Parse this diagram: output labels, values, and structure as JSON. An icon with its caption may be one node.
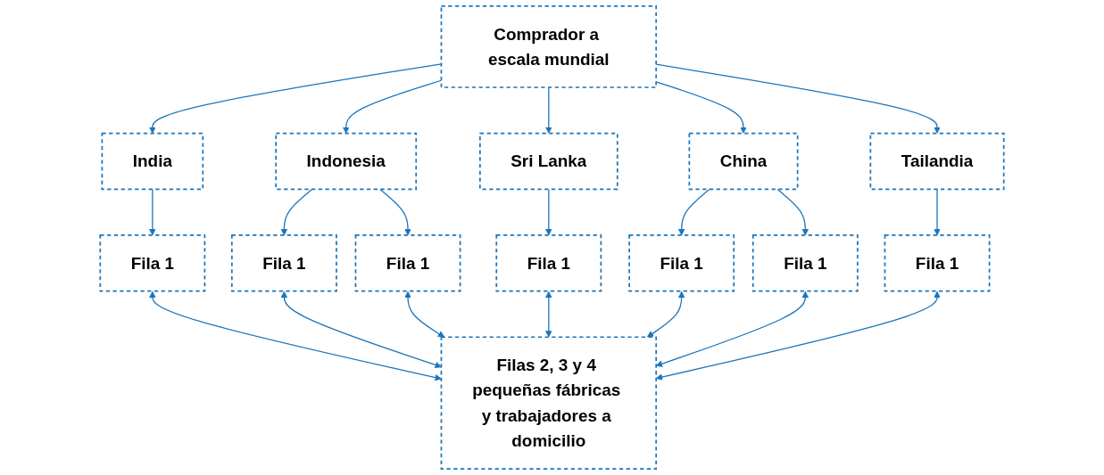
{
  "diagram": {
    "nodes": [
      {
        "text": [
          "Comprador a escala mundial"
        ]
      },
      {
        "text": [
          "India"
        ]
      },
      {
        "text": [
          "Indonesia"
        ]
      },
      {
        "text": [
          "Sri Lanka"
        ]
      },
      {
        "text": [
          "China"
        ]
      },
      {
        "text": [
          "Tailandia"
        ]
      },
      {
        "text": [
          "Fila 1"
        ]
      },
      {
        "text": [
          "Fila 1"
        ]
      },
      {
        "text": [
          "Fila 1"
        ]
      },
      {
        "text": [
          "Fila 1"
        ]
      },
      {
        "text": [
          "Fila 1"
        ]
      },
      {
        "text": [
          "Fila 1"
        ]
      },
      {
        "text": [
          "Fila 1"
        ]
      },
      {
        "text": [
          "Filas 2, 3 y 4 pequeñas fábricas y trabajadores a domicilio"
        ]
      }
    ],
    "edges": [
      {
        "from": 0,
        "to": 1,
        "arrow": "to"
      },
      {
        "from": 0,
        "to": 2,
        "arrow": "to"
      },
      {
        "from": 0,
        "to": 3,
        "arrow": "to"
      },
      {
        "from": 0,
        "to": 4,
        "arrow": "to"
      },
      {
        "from": 0,
        "to": 5,
        "arrow": "to"
      },
      {
        "from": 1,
        "to": 6,
        "arrow": "to"
      },
      {
        "from": 2,
        "to": 7,
        "arrow": "to"
      },
      {
        "from": 2,
        "to": 8,
        "arrow": "to"
      },
      {
        "from": 3,
        "to": 9,
        "arrow": "to"
      },
      {
        "from": 4,
        "to": 10,
        "arrow": "to"
      },
      {
        "from": 4,
        "to": 11,
        "arrow": "to"
      },
      {
        "from": 5,
        "to": 12,
        "arrow": "to"
      },
      {
        "from": 6,
        "to": 13,
        "arrow": "both"
      },
      {
        "from": 7,
        "to": 13,
        "arrow": "both"
      },
      {
        "from": 8,
        "to": 13,
        "arrow": "both"
      },
      {
        "from": 9,
        "to": 13,
        "arrow": "both"
      },
      {
        "from": 10,
        "to": 13,
        "arrow": "both"
      },
      {
        "from": 11,
        "to": 13,
        "arrow": "both"
      },
      {
        "from": 12,
        "to": 13,
        "arrow": "both"
      }
    ]
  }
}
